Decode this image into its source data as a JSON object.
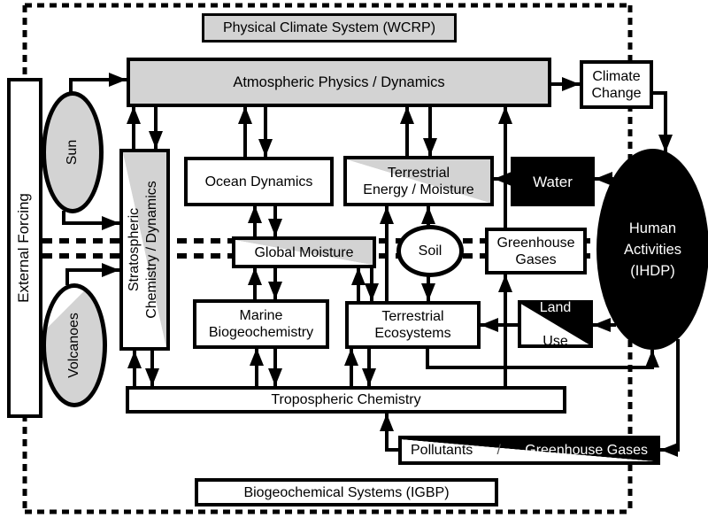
{
  "diagram": {
    "outer_label_top": "Physical Climate System (WCRP)",
    "outer_label_bottom": "Biogeochemical Systems (IGBP)",
    "colors": {
      "box_gray": "#d3d3d3",
      "black": "#000000",
      "white": "#ffffff"
    },
    "nodes": {
      "external_forcing": {
        "label": "External Forcing"
      },
      "sun": {
        "label": "Sun"
      },
      "volcanoes": {
        "label": "Volcanoes"
      },
      "atmospheric_physics": {
        "label": "Atmospheric Physics / Dynamics"
      },
      "climate_change": {
        "label": "Climate\nChange"
      },
      "stratospheric": {
        "label": "Stratospheric\nChemistry / Dynamics"
      },
      "ocean_dynamics": {
        "label": "Ocean Dynamics"
      },
      "terrestrial_energy": {
        "label": "Terrestrial\nEnergy / Moisture"
      },
      "water": {
        "label": "Water"
      },
      "global_moisture": {
        "label": "Global Moisture"
      },
      "soil": {
        "label": "Soil"
      },
      "greenhouse_gases": {
        "label": "Greenhouse\nGases"
      },
      "human_activities": {
        "label": "Human\nActivities\n(IHDP)"
      },
      "marine_biogeochemistry": {
        "label": "Marine\nBiogeochemistry"
      },
      "terrestrial_ecosystems": {
        "label": "Terrestrial\nEcosystems"
      },
      "land_use": {
        "label_line1": "Land",
        "label_line2": "Use"
      },
      "tropospheric_chemistry": {
        "label": "Tropospheric Chemistry"
      },
      "pollutants": {
        "left": "Pollutants",
        "separator": "/",
        "right": "Greenhouse Gases"
      }
    }
  }
}
